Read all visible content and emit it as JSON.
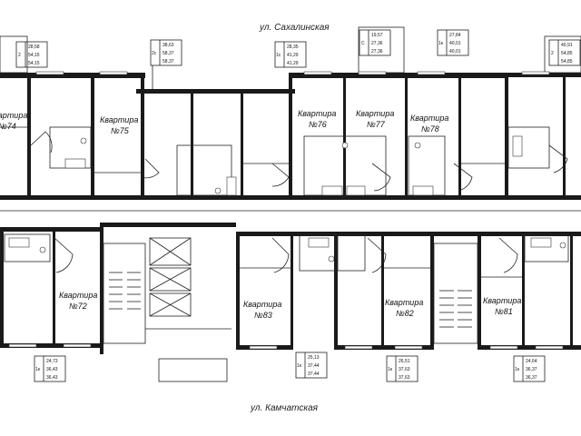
{
  "streets": {
    "top": "ул. Сахалинская",
    "bottom": "ул. Камчатская"
  },
  "apartments": [
    {
      "id": "74",
      "line1": "Квартира",
      "line2": "№74"
    },
    {
      "id": "75",
      "line1": "Квартира",
      "line2": "№75"
    },
    {
      "id": "76",
      "line1": "Квартира",
      "line2": "№76"
    },
    {
      "id": "77",
      "line1": "Квартира",
      "line2": "№77"
    },
    {
      "id": "78",
      "line1": "Квартира",
      "line2": "№78"
    },
    {
      "id": "72",
      "line1": "Квартира",
      "line2": "№72"
    },
    {
      "id": "83",
      "line1": "Квартира",
      "line2": "№83"
    },
    {
      "id": "82",
      "line1": "Квартира",
      "line2": "№82"
    },
    {
      "id": "81",
      "line1": "Квартира",
      "line2": "№81"
    }
  ],
  "area_tables": [
    {
      "id": "t74",
      "rooms": "2",
      "values": [
        "28,58",
        "54,15",
        "54,15"
      ]
    },
    {
      "id": "t75",
      "rooms": "2с",
      "values": [
        "38,63",
        "58,37",
        "58,37"
      ]
    },
    {
      "id": "t76",
      "rooms": "1с",
      "values": [
        "28,35",
        "41,29",
        "41,29"
      ]
    },
    {
      "id": "t77",
      "rooms": "С",
      "values": [
        "19,57",
        "27,36",
        "27,36"
      ]
    },
    {
      "id": "t78",
      "rooms": "1к",
      "values": [
        "27,84",
        "40,01",
        "40,01"
      ]
    },
    {
      "id": "t79",
      "rooms": "2",
      "values": [
        "40,91",
        "54,85",
        "54,85"
      ]
    },
    {
      "id": "t72",
      "rooms": "1к",
      "values": [
        "24,73",
        "36,43",
        "36,43"
      ]
    },
    {
      "id": "t83",
      "rooms": "1к",
      "values": [
        "25,13",
        "37,44",
        "37,44"
      ]
    },
    {
      "id": "t82",
      "rooms": "1к",
      "values": [
        "26,51",
        "37,63",
        "37,63"
      ]
    },
    {
      "id": "t81",
      "rooms": "1к",
      "values": [
        "24,64",
        "36,37",
        "36,37"
      ]
    }
  ],
  "colors": {
    "wall": "#1a1a1a",
    "line": "#222222",
    "background": "#ffffff"
  }
}
